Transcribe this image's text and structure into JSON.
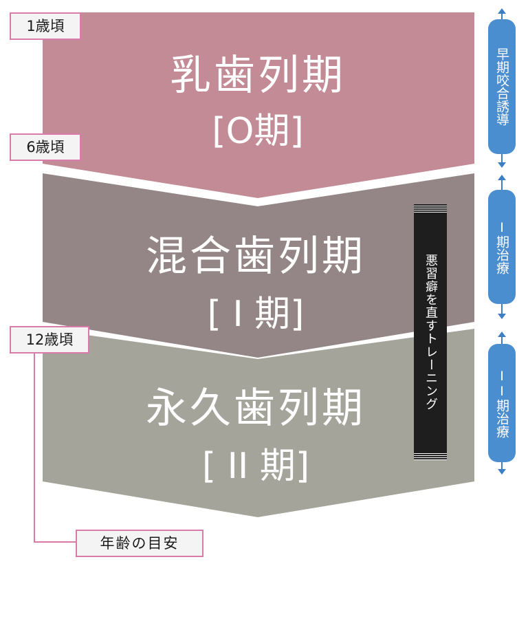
{
  "stages": [
    {
      "name": "乳歯列期",
      "period": "[O期]",
      "color": "#c28b96"
    },
    {
      "name": "混合歯列期",
      "period": "[ I 期]",
      "color": "#948686"
    },
    {
      "name": "永久歯列期",
      "period": "[ II 期]",
      "color": "#a4a49a"
    }
  ],
  "ages": [
    {
      "label": "1歳頃"
    },
    {
      "label": "6歳頃"
    },
    {
      "label": "12歳頃"
    }
  ],
  "age_guide_label": "年齢の目安",
  "habit_training": "悪習癖を直すトレーニング",
  "treatments": [
    {
      "label": "早期咬合誘導"
    },
    {
      "label": "I期治療"
    },
    {
      "label": "II期治療"
    }
  ],
  "colors": {
    "pill": "#4b8ecf",
    "label_border": "#d97aa8",
    "habit_bar": "#1e1e1e"
  }
}
